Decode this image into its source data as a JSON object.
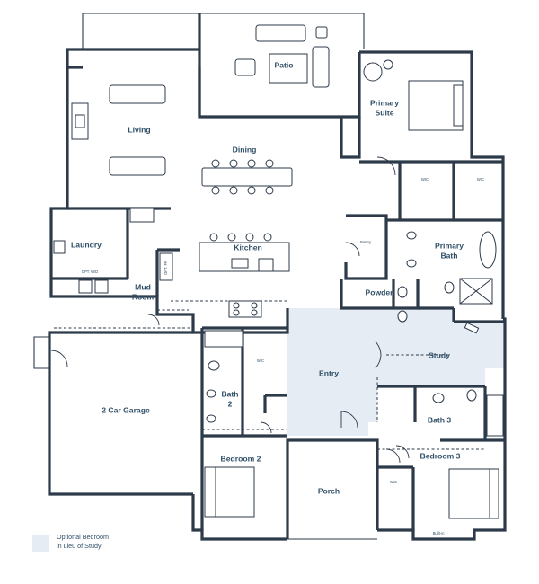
{
  "rooms": {
    "patio": "Patio",
    "primary_suite_line1": "Primary",
    "primary_suite_line2": "Suite",
    "living": "Living",
    "dining": "Dining",
    "wic_primary_left": "WIC",
    "wic_primary_right": "WIC",
    "laundry": "Laundry",
    "kitchen": "Kitchen",
    "pantry": "Pantry",
    "primary_bath_line1": "Primary",
    "primary_bath_line2": "Bath",
    "mud_room_line1": "Mud",
    "mud_room_line2": "Room",
    "powder": "Powder",
    "wic_bath2": "WIC",
    "study": "Study",
    "entry": "Entry",
    "garage": "2 Car Garage",
    "bath2_line1": "Bath",
    "bath2_line2": "2",
    "bath3": "Bath 3",
    "bedroom2": "Bedroom 2",
    "bedroom3": "Bedroom 3",
    "porch": "Porch",
    "wic_bedroom3": "WIC",
    "built_in": "Built-in",
    "opt_wd": "OPT. W/D",
    "opt_fr": "OPT. FR"
  },
  "legend": {
    "line1": "Optional Bedroom",
    "line2": "in Lieu of Study",
    "swatch_color": "#e6ecf3"
  },
  "colors": {
    "wall": "#2d3a4a",
    "label": "#2f4f68",
    "optional_area": "#e6ecf3"
  }
}
